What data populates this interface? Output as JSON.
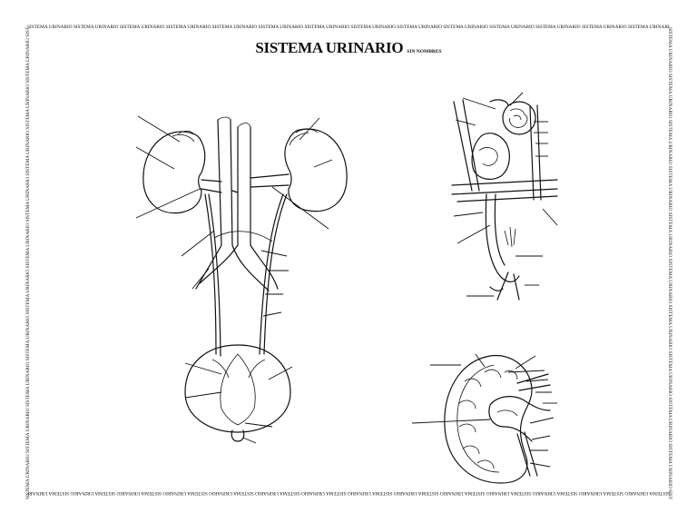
{
  "title": "SISTEMA URINARIO",
  "subtitle": "SIN NOMBRES",
  "border_text": "SISTEMA URINARIO SISTEMA URINARIO SISTEMA URINARIO SISTEMA URINARIO SISTEMA URINARIO SISTEMA URINARIO SISTEMA URINARIO SISTEMA URINARIO SISTEMA URINARIO SISTEMA URINARIO SISTEMA URINARIO SISTEMA URINARIO SISTEMA URINARIO SISTEMA URINARIO"
}
